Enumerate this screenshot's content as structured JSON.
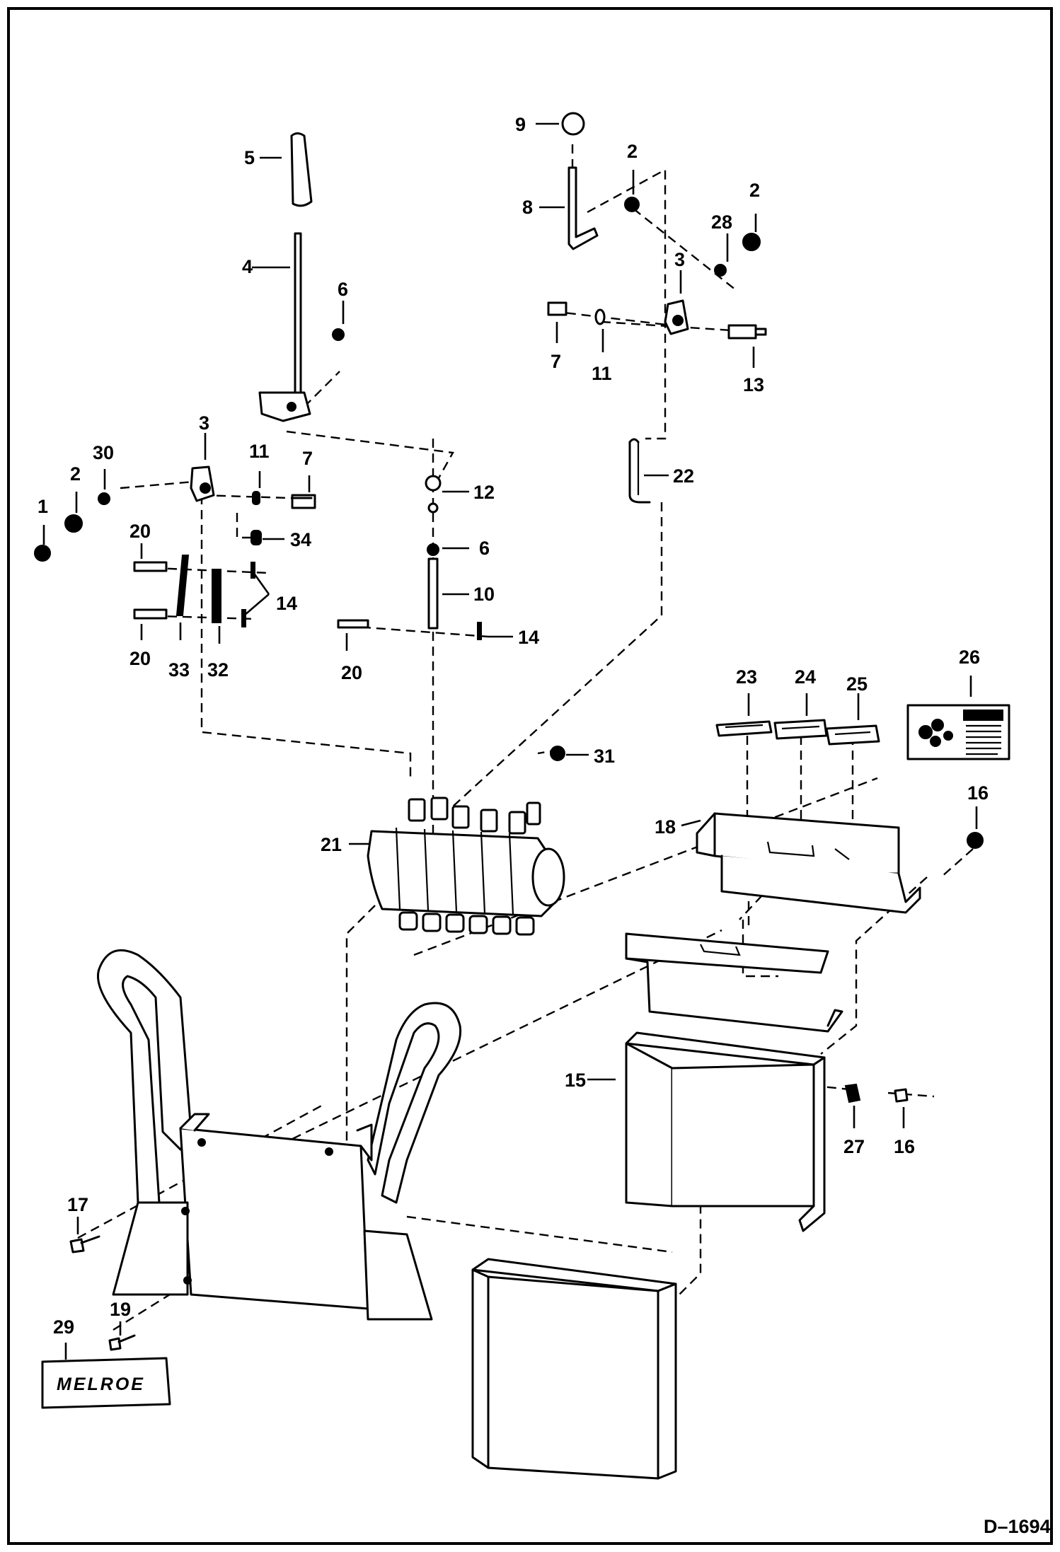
{
  "drawing": {
    "document_id": "D–1694",
    "nameplate_text": "MELROE"
  },
  "callouts": [
    "1",
    "2",
    "2",
    "2",
    "3",
    "3",
    "4",
    "5",
    "6",
    "6",
    "7",
    "7",
    "8",
    "9",
    "10",
    "11",
    "11",
    "12",
    "13",
    "14",
    "14",
    "15",
    "16",
    "16",
    "17",
    "18",
    "19",
    "20",
    "20",
    "20",
    "21",
    "22",
    "23",
    "24",
    "25",
    "26",
    "27",
    "28",
    "29",
    "30",
    "31",
    "32",
    "33",
    "34"
  ],
  "colors": {
    "ink": "#000000",
    "paper": "#ffffff"
  }
}
